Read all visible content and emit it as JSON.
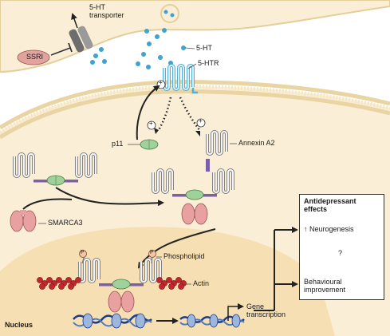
{
  "labels": {
    "transporter": "5-HT\ntransporter",
    "ssri": "SSRI",
    "serotonin": "5-HT",
    "receptor": "5-HTR",
    "p11": "p11",
    "annexin": "Annexin A2",
    "smarca3": "SMARCA3",
    "phospholipid": "Phospholipid",
    "actin": "Actin",
    "nucleus": "Nucleus",
    "gene_transcription": "Gene\ntranscription",
    "phospho_mark": "P",
    "plus": "+",
    "question": "?"
  },
  "effects_box": {
    "title": "Antidepressant\neffects",
    "item1": "↑ Neurogenesis",
    "item2": "Behavioural\nimprovement"
  },
  "colors": {
    "cytoplasm": "#fbeed6",
    "nucleus": "#f7dfb4",
    "membrane": "#eed9a8",
    "p11": "#9fd29b",
    "smarca3": "#e8a0a0",
    "actin": "#c2272d",
    "serotonin": "#3fa3d0",
    "receptor": "#4fb0dc",
    "ssri": "#e2a29e",
    "linker": "#7b5fa8"
  }
}
